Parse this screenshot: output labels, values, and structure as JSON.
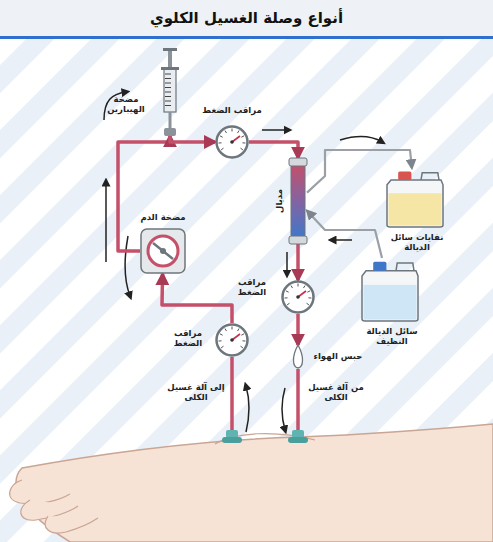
{
  "diagram": {
    "title": "أنواع وصلة الغسيل الكلوي",
    "nodes": [
      {
        "text": [
          "مضخة الهيبارين"
        ]
      },
      {
        "text": [
          "مراقب الضغط"
        ]
      },
      {
        "text": [
          "مديال"
        ]
      },
      {
        "text": [
          "نفايات سائل الديالة"
        ]
      },
      {
        "text": [
          "سائل الديالة النظيف"
        ]
      },
      {
        "text": [
          "مضخة الدم"
        ]
      },
      {
        "text": [
          "مراقب الضغط"
        ]
      },
      {
        "text": [
          "مراقب الضغط"
        ]
      },
      {
        "text": [
          "حبس الهواء"
        ]
      }
    ],
    "edges": [
      {
        "from": 7,
        "to": 5,
        "arrow": "to"
      },
      {
        "from": 5,
        "to": 0,
        "arrow": "to"
      },
      {
        "from": 0,
        "to": 1,
        "arrow": "to"
      },
      {
        "from": 1,
        "to": 2,
        "arrow": "to"
      },
      {
        "from": 2,
        "to": 6,
        "arrow": "to"
      },
      {
        "from": 6,
        "to": 8,
        "arrow": "to"
      },
      {
        "from": 2,
        "to": 3,
        "arrow": "to"
      },
      {
        "from": 4,
        "to": 2,
        "arrow": "to"
      }
    ],
    "labels": [
      "إلى آلة غسيل الكلى",
      "من آلة غسيل الكلى"
    ]
  }
}
